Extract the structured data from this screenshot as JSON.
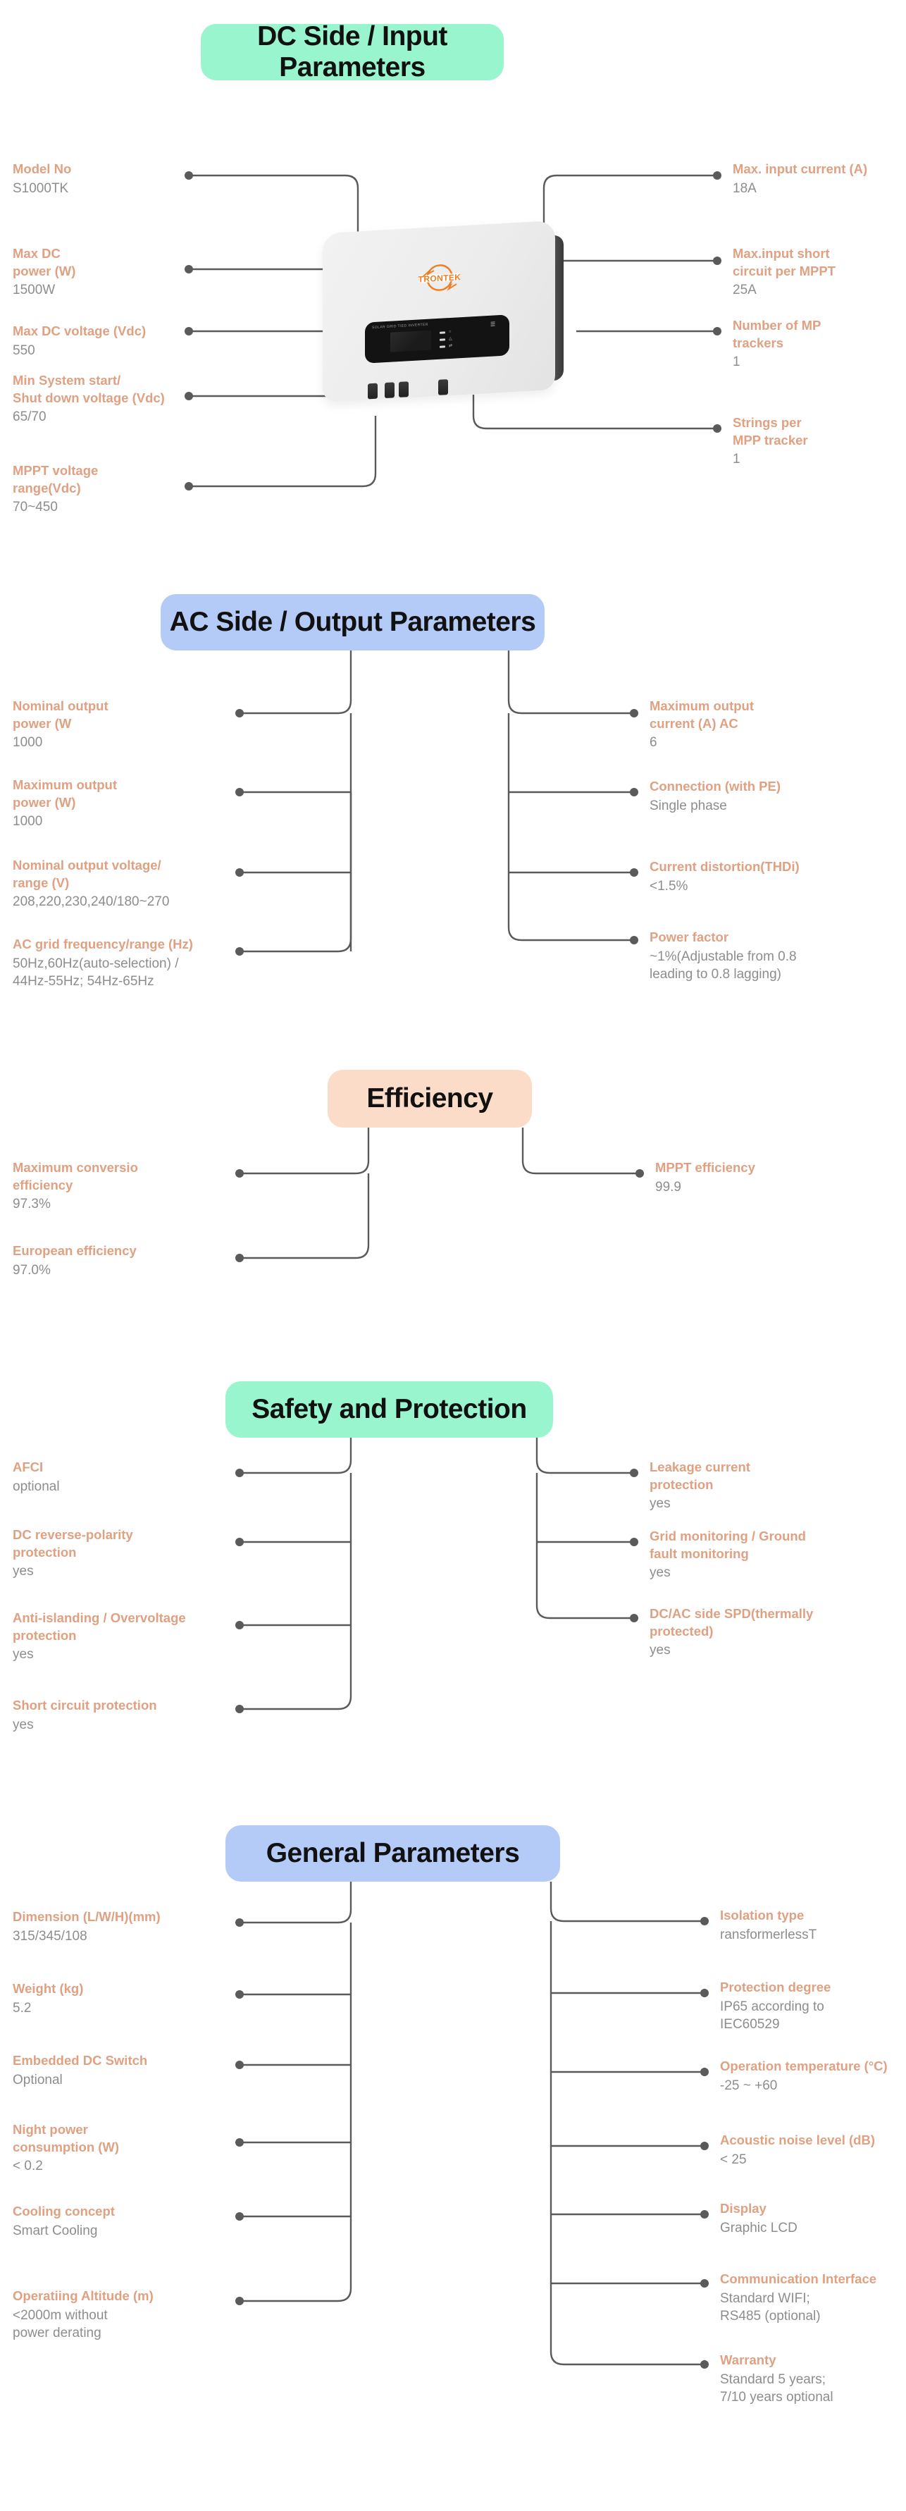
{
  "document": {
    "product_brand": "TRONTEK",
    "device_panel_text": "SOLAR GRID TIED INVERTER",
    "accent_key_color": "#e0a183",
    "value_color": "#8d8d8d",
    "connector_color": "#5a5a5a"
  },
  "sections": [
    {
      "id": "dc",
      "title": "DC Side / Input Parameters",
      "pill_color": "#98f5ce",
      "left_items": [
        {
          "key": "Model No",
          "value": "S1000TK"
        },
        {
          "key": "Max DC\npower (W)",
          "value": "1500W"
        },
        {
          "key": "Max DC voltage (Vdc)",
          "value": "550"
        },
        {
          "key": "Min System start/\nShut down voltage (Vdc)",
          "value": "65/70"
        },
        {
          "key": "MPPT voltage\nrange(Vdc)",
          "value": "70~450"
        }
      ],
      "right_items": [
        {
          "key": "Max. input current (A)",
          "value": "18A"
        },
        {
          "key": "Max.input short\ncircuit per MPPT",
          "value": "25A"
        },
        {
          "key": "Number of MP\n trackers",
          "value": "1"
        },
        {
          "key": "Strings per\nMPP tracker",
          "value": "1"
        }
      ]
    },
    {
      "id": "ac",
      "title": "AC Side / Output Parameters",
      "pill_color": "#b5cbf7",
      "left_items": [
        {
          "key": "Nominal output\npower (W",
          "value": "1000"
        },
        {
          "key": "Maximum output\npower (W)",
          "value": "1000"
        },
        {
          "key": "Nominal output voltage/\nrange (V)",
          "value": "208,220,230,240/180~270"
        },
        {
          "key": "AC grid frequency/range (Hz)",
          "value": "50Hz,60Hz(auto-selection) /\n44Hz-55Hz; 54Hz-65Hz"
        }
      ],
      "right_items": [
        {
          "key": "Maximum output\ncurrent (A) AC",
          "value": "6"
        },
        {
          "key": "Connection (with PE)",
          "value": "Single phase"
        },
        {
          "key": "Current distortion(THDi)",
          "value": "<1.5%"
        },
        {
          "key": "Power factor",
          "value": "~1%(Adjustable from 0.8\nleading to 0.8 lagging)"
        }
      ]
    },
    {
      "id": "efficiency",
      "title": "Efficiency",
      "pill_color": "#fbdcc8",
      "left_items": [
        {
          "key": "Maximum conversio\nefficiency",
          "value": "97.3%"
        },
        {
          "key": "European efficiency",
          "value": "97.0%"
        }
      ],
      "right_items": [
        {
          "key": "MPPT efficiency",
          "value": "99.9"
        }
      ]
    },
    {
      "id": "safety",
      "title": "Safety and Protection",
      "pill_color": "#98f5ce",
      "left_items": [
        {
          "key": "AFCI",
          "value": "optional"
        },
        {
          "key": "DC reverse-polarity\nprotection",
          "value": "yes"
        },
        {
          "key": "Anti-islanding / Overvoltage\nprotection",
          "value": "yes"
        },
        {
          "key": "Short circuit protection",
          "value": "yes"
        }
      ],
      "right_items": [
        {
          "key": "Leakage current\nprotection",
          "value": "yes"
        },
        {
          "key": "Grid monitoring / Ground\nfault monitoring",
          "value": "yes"
        },
        {
          "key": "DC/AC side SPD(thermally\nprotected)",
          "value": "yes"
        }
      ]
    },
    {
      "id": "general",
      "title": "General Parameters",
      "pill_color": "#b5cbf7",
      "left_items": [
        {
          "key": "Dimension (L/W/H)(mm)",
          "value": "315/345/108"
        },
        {
          "key": "Weight (kg)",
          "value": "5.2"
        },
        {
          "key": "Embedded DC Switch",
          "value": "Optional"
        },
        {
          "key": "Night power\nconsumption (W)",
          "value": "< 0.2"
        },
        {
          "key": "Cooling concept",
          "value": "Smart Cooling"
        },
        {
          "key": "Operatiing Altitude (m)",
          "value": "<2000m without\npower derating"
        }
      ],
      "right_items": [
        {
          "key": "Isolation type",
          "value": "ransformerlessT"
        },
        {
          "key": "Protection degree",
          "value": "IP65 according to\nIEC60529"
        },
        {
          "key": "Operation temperature (°C)",
          "value": "-25 ~ +60"
        },
        {
          "key": "Acoustic noise level (dB)",
          "value": "< 25"
        },
        {
          "key": "Display",
          "value": "Graphic LCD"
        },
        {
          "key": "Communication Interface",
          "value": "Standard WIFI;\nRS485 (optional)"
        },
        {
          "key": "Warranty",
          "value": "Standard 5 years;\n7/10 years optional"
        }
      ]
    }
  ]
}
